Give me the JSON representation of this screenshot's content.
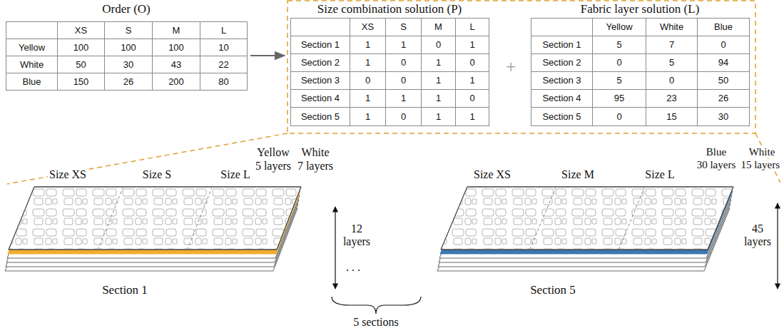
{
  "diagram": {
    "nodes": [
      {
        "text": [
          "Order (O)"
        ]
      },
      {
        "text": [
          "Size combination solution (P)"
        ]
      },
      {
        "text": [
          "Fabric layer solution (L)"
        ]
      }
    ],
    "edges": [
      {
        "from": 0,
        "to": 1,
        "arrow": "to"
      }
    ],
    "labels": [
      "XS",
      "S",
      "M",
      "L",
      "Yellow",
      "100",
      "100",
      "100",
      "10",
      "White",
      "50",
      "30",
      "43",
      "22",
      "Blue",
      "150",
      "26",
      "200",
      "80",
      "XS",
      "S",
      "M",
      "L",
      "Section 1",
      "1",
      "1",
      "0",
      "1",
      "Section 2",
      "1",
      "0",
      "1",
      "0",
      "Section 3",
      "0",
      "0",
      "1",
      "1",
      "Section 4",
      "1",
      "1",
      "1",
      "0",
      "Section 5",
      "1",
      "0",
      "1",
      "1",
      "Yellow",
      "White",
      "Blue",
      "Section 1",
      "5",
      "7",
      "0",
      "Section 2",
      "0",
      "5",
      "94",
      "Section 3",
      "5",
      "0",
      "50",
      "Section 4",
      "95",
      "23",
      "26",
      "Section 5",
      "0",
      "15",
      "30",
      "+",
      "Yellow",
      "5 layers",
      "White",
      "7 layers",
      "Size XS",
      "Size S",
      "Size L",
      "12 layers",
      "Section 1",
      ". . .",
      "5 sections",
      "Blue",
      "30 layers",
      "White",
      "15 layers",
      "Size XS",
      "Size M",
      "Size L",
      "45 layers",
      "Section 5"
    ]
  }
}
